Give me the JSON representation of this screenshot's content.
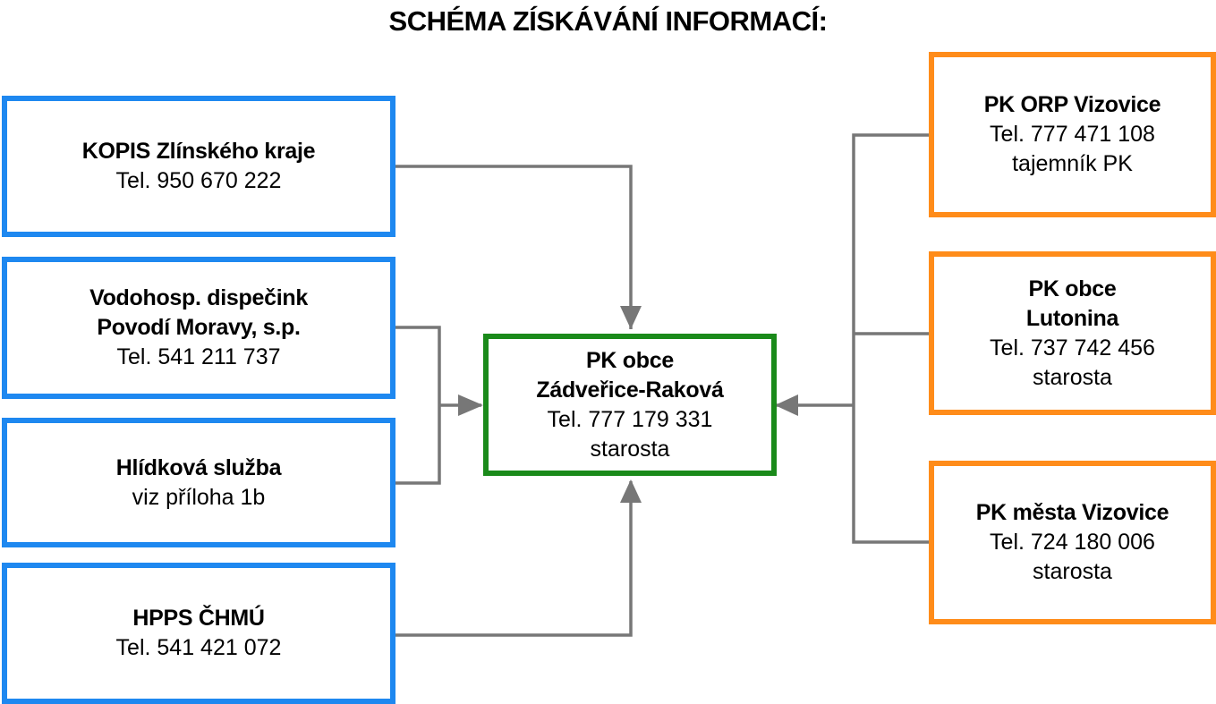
{
  "title": "SCHÉMA ZÍSKÁVÁNÍ INFORMACÍ:",
  "colors": {
    "source_border": "#1e88f0",
    "contact_border": "#ff8c1a",
    "center_border": "#1a8a1a",
    "connector": "#777777"
  },
  "center": {
    "line1": "PK obce",
    "line2": "Zádveřice-Raková",
    "phone": "Tel. 777 179 331",
    "role": "starosta"
  },
  "sources": [
    {
      "name": "KOPIS Zlínského kraje",
      "phone": "Tel. 950 670 222"
    },
    {
      "name_line1": "Vodohosp. dispečink",
      "name_line2": "Povodí Moravy, s.p.",
      "phone": "Tel. 541 211 737"
    },
    {
      "name": "Hlídková služba",
      "note": "viz příloha 1b"
    },
    {
      "name": "HPPS ČHMÚ",
      "phone": "Tel. 541 421 072"
    }
  ],
  "contacts": [
    {
      "name": "PK ORP Vizovice",
      "phone": "Tel. 777 471 108",
      "role": "tajemník PK"
    },
    {
      "name_line1": "PK obce",
      "name_line2": "Lutonina",
      "phone": "Tel. 737 742 456",
      "role": "starosta"
    },
    {
      "name": "PK města Vizovice",
      "phone": "Tel. 724 180 006",
      "role": "starosta"
    }
  ]
}
